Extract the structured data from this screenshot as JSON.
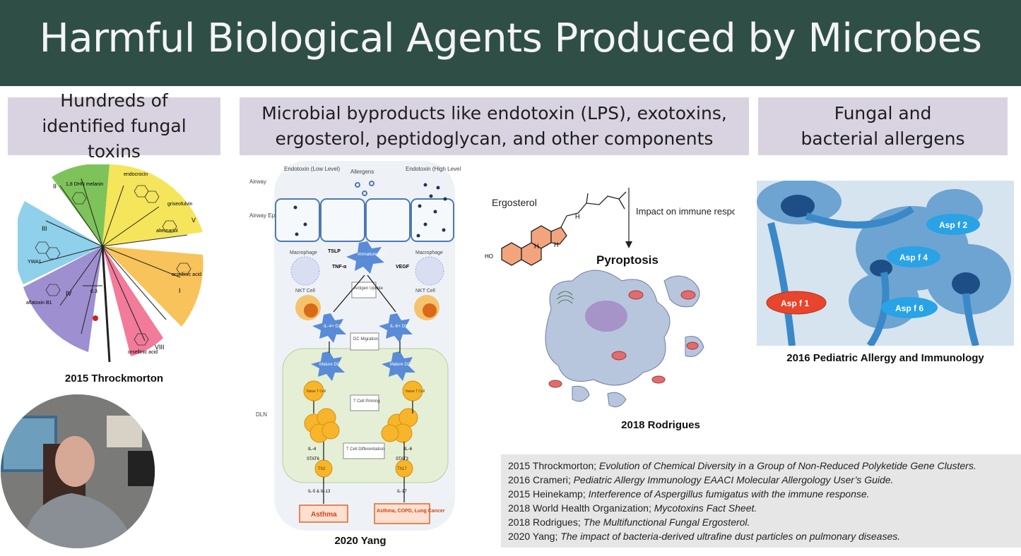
{
  "slide": {
    "title": "Harmful Biological Agents Produced by Microbes"
  },
  "columns": {
    "left": {
      "header": "Hundreds of identified fungal toxins",
      "caption": "2015 Throckmorton",
      "figure": {
        "clade_labels": [
          "II",
          "III",
          "IV",
          "V",
          "I",
          "VIII"
        ],
        "compound_labels": [
          "1,8 DHN melanin",
          "endocrocin",
          "griseofulvin",
          "alternariol",
          "YWA1",
          "orsellinic acid",
          "aflatoxin B1",
          "orsellinic acid"
        ],
        "scale_label": "0.3"
      }
    },
    "middle": {
      "header": "Microbial byproducts like endotoxin (LPS), exotoxins, ergosterol, peptidoglycan, and other components",
      "caption_left": "2020 Yang",
      "caption_right": "2018 Rodrigues",
      "yang_figure": {
        "top_labels": [
          "Endotoxin (Low Level)",
          "Allergens",
          "Endotoxin (High Level)"
        ],
        "side_labels": [
          "Airway",
          "Airway Epithelial Cells",
          "DLN"
        ],
        "cells": [
          "Macrophage",
          "Immature DC",
          "Macrophage",
          "NKT Cell",
          "NKT Cell",
          "IL-4+ DC",
          "IL-6+ DC",
          "Mature DC",
          "Mature DC",
          "Naive T Cell",
          "Naive T Cell",
          "Th2",
          "Th17"
        ],
        "signals": [
          "TSLP",
          "TNF-α",
          "VEGF",
          "IL-4",
          "IL-6",
          "STAT6",
          "STAT3",
          "IL-5 & IL-13",
          "IL-17"
        ],
        "process_labels": [
          "Antigen Uptake",
          "DC Migration",
          "T Cell Priming",
          "T Cell Differentiation"
        ],
        "outcomes": [
          "Asthma",
          "Asthma, COPD, Lung Cancer"
        ]
      },
      "rodrigues_figure": {
        "molecule": "Ergosterol",
        "arrow_label": "Impact on immune response",
        "result": "Pyroptosis",
        "atoms": [
          "H",
          "H",
          "H",
          "HO"
        ]
      }
    },
    "right": {
      "header": "Fungal and bacterial allergens",
      "caption": "2016 Pediatric Allergy and Immunology",
      "allergens": [
        {
          "label": "Asp f 2",
          "color": "#29a3e6"
        },
        {
          "label": "Asp f 4",
          "color": "#29a3e6"
        },
        {
          "label": "Asp f 1",
          "color": "#e8452c"
        },
        {
          "label": "Asp f 6",
          "color": "#29a3e6"
        }
      ]
    }
  },
  "references": [
    {
      "prefix": "2015 Throckmorton; ",
      "title": "Evolution of Chemical Diversity in a Group of Non-Reduced Polyketide Gene Clusters."
    },
    {
      "prefix": "2016 Crameri; ",
      "title": "Pediatric Allergy Immunology EAACI Molecular Allergology User’s Guide."
    },
    {
      "prefix": "2015 Heinekamp; ",
      "title": "Interference of Aspergillus fumigatus with the immune response."
    },
    {
      "prefix": "2018 World Health Organization; ",
      "title": "Mycotoxins Fact Sheet."
    },
    {
      "prefix": "2018 Rodrigues; ",
      "title": "The Multifunctional Fungal Ergosterol."
    },
    {
      "prefix": "2020 Yang; ",
      "title": "The impact of bacteria-derived ultrafine dust particles on pulmonary diseases."
    }
  ],
  "colors": {
    "title_bar": "#2f4f46",
    "header_bg": "#d9d3e1",
    "references_bg": "#e6e6e6"
  }
}
